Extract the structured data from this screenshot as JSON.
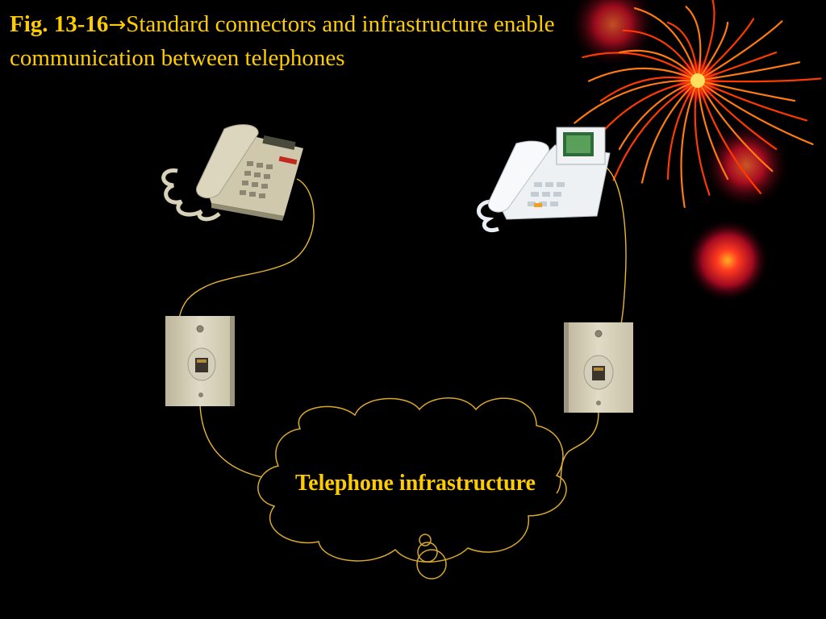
{
  "title": {
    "figure_number": "Fig. 13-16",
    "arrow": "→",
    "caption": "Standard connectors and infrastructure enable communication between telephones"
  },
  "cloud": {
    "label": "Telephone infrastructure"
  },
  "colors": {
    "text": "#FFCC00",
    "wire": "#E8B830",
    "cloud_outline": "#D9A92A",
    "background": "#000000",
    "firework": "#FF3A00"
  },
  "icons": {
    "left_phone": "beige-desk-telephone-icon",
    "right_phone": "white-display-telephone-icon",
    "left_jack": "wall-phone-jack-icon",
    "right_jack": "wall-phone-jack-icon",
    "decoration": "firework-burst-icon"
  }
}
